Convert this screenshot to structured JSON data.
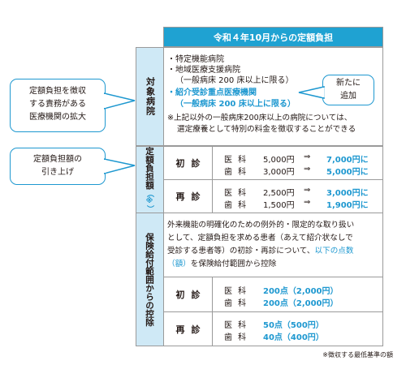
{
  "header": "令和４年10月からの定額負担",
  "callouts": {
    "hospital_expand": [
      "定額負担を徴収",
      "する責務がある",
      "医療機関の拡大"
    ],
    "new_added": [
      "新たに",
      "追加"
    ],
    "raise": [
      "定額負担額の",
      "引き上げ"
    ]
  },
  "sections": {
    "hospitals": {
      "label": "対象病院",
      "lines": [
        "・特定機能病院",
        "・地域医療支援病院",
        "（一般病床 200 床以上に限る）"
      ],
      "new_lines": [
        "・紹介受診重点医療機関",
        "（一般病床 200 床以上に限る）"
      ],
      "note_lines": [
        "※上記以外の一般病床200床以上の病院については、",
        "選定療養として特別の料金を徴収することができる"
      ]
    },
    "amount": {
      "label": "定額負担額",
      "label_mark": "（※）",
      "first_visit": {
        "label": "初診",
        "rows": [
          {
            "dept": "医科",
            "old": "5,000円",
            "arrow": "⇒",
            "new": "7,000円に"
          },
          {
            "dept": "歯科",
            "old": "3,000円",
            "arrow": "⇒",
            "new": "5,000円に"
          }
        ]
      },
      "revisit": {
        "label": "再診",
        "rows": [
          {
            "dept": "医科",
            "old": "2,500円",
            "arrow": "⇒",
            "new": "3,000円に"
          },
          {
            "dept": "歯科",
            "old": "1,500円",
            "arrow": "⇒",
            "new": "1,900円に"
          }
        ]
      }
    },
    "deduction": {
      "label": "保険給付範囲からの控除",
      "desc_lines": [
        "外来機能の明確化のための例外的・限定的な取り扱い",
        "として、定額負担を求める患者（あえて紹介状なしで",
        "受診する患者等）の初診・再診について、",
        "（額）を保険給付範囲から控除"
      ],
      "desc_blue_tail": "以下の点数",
      "desc_blue_head": "（額）",
      "first_visit": {
        "label": "初診",
        "rows": [
          {
            "dept": "医科",
            "value": "200点（2,000円）"
          },
          {
            "dept": "歯科",
            "value": "200点（2,000円）"
          }
        ]
      },
      "revisit": {
        "label": "再診",
        "rows": [
          {
            "dept": "医科",
            "value": "50点（500円）"
          },
          {
            "dept": "歯科",
            "value": "40点（400円）"
          }
        ]
      }
    }
  },
  "footnote": "※徴収する最低基準の額",
  "colors": {
    "accent": "#1e98d0",
    "header_bg": "#1fa2d2",
    "label_bg": "#cfe9f6"
  }
}
